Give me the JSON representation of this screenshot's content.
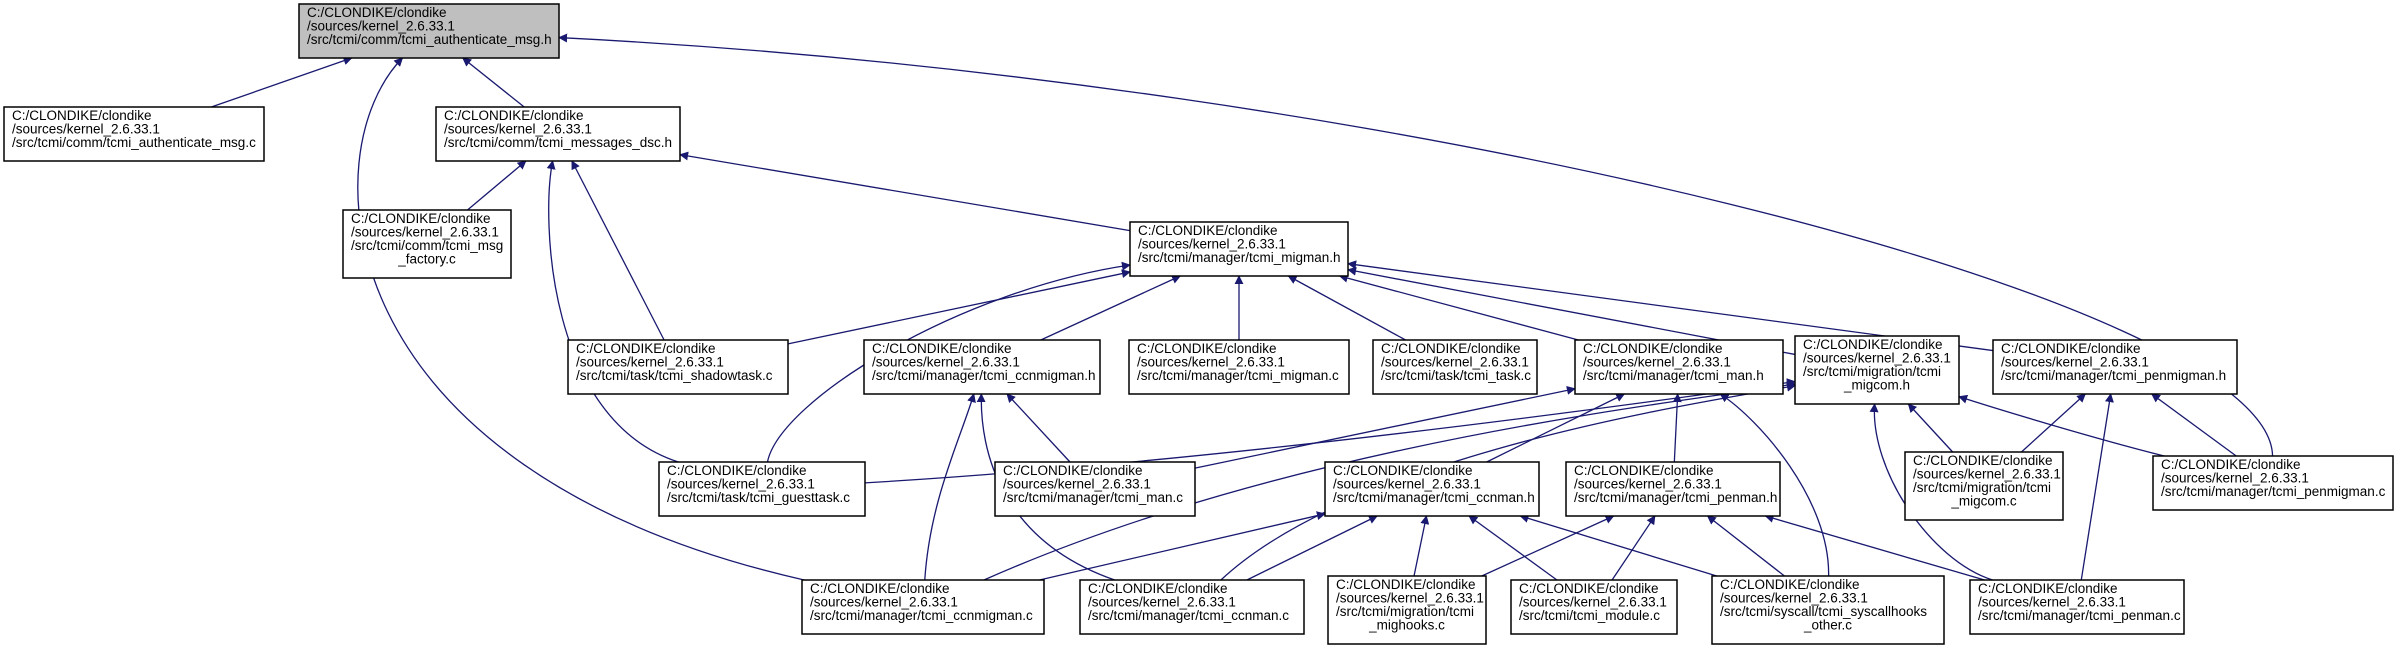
{
  "graph": {
    "edge_color": "#191970",
    "root_fill": "#bfbfbf",
    "nodes": [
      {
        "id": "root",
        "root": true,
        "lines": [
          "C:/CLONDIKE/clondike",
          "/sources/kernel_2.6.33.1",
          "/src/tcmi/comm/tcmi_authenticate_msg.h"
        ]
      },
      {
        "id": "auth_c",
        "lines": [
          "C:/CLONDIKE/clondike",
          "/sources/kernel_2.6.33.1",
          "/src/tcmi/comm/tcmi_authenticate_msg.c"
        ]
      },
      {
        "id": "msgs_dsc_h",
        "lines": [
          "C:/CLONDIKE/clondike",
          "/sources/kernel_2.6.33.1",
          "/src/tcmi/comm/tcmi_messages_dsc.h"
        ]
      },
      {
        "id": "msg_factory_c",
        "lines": [
          "C:/CLONDIKE/clondike",
          "/sources/kernel_2.6.33.1",
          "/src/tcmi/comm/tcmi_msg",
          "_factory.c"
        ]
      },
      {
        "id": "migman_h",
        "lines": [
          "C:/CLONDIKE/clondike",
          "/sources/kernel_2.6.33.1",
          "/src/tcmi/manager/tcmi_migman.h"
        ]
      },
      {
        "id": "shadowtask_c",
        "lines": [
          "C:/CLONDIKE/clondike",
          "/sources/kernel_2.6.33.1",
          "/src/tcmi/task/tcmi_shadowtask.c"
        ]
      },
      {
        "id": "ccnmigman_h",
        "lines": [
          "C:/CLONDIKE/clondike",
          "/sources/kernel_2.6.33.1",
          "/src/tcmi/manager/tcmi_ccnmigman.h"
        ]
      },
      {
        "id": "migman_c",
        "lines": [
          "C:/CLONDIKE/clondike",
          "/sources/kernel_2.6.33.1",
          "/src/tcmi/manager/tcmi_migman.c"
        ]
      },
      {
        "id": "task_c",
        "lines": [
          "C:/CLONDIKE/clondike",
          "/sources/kernel_2.6.33.1",
          "/src/tcmi/task/tcmi_task.c"
        ]
      },
      {
        "id": "man_h",
        "lines": [
          "C:/CLONDIKE/clondike",
          "/sources/kernel_2.6.33.1",
          "/src/tcmi/manager/tcmi_man.h"
        ]
      },
      {
        "id": "migcom_h",
        "lines": [
          "C:/CLONDIKE/clondike",
          "/sources/kernel_2.6.33.1",
          "/src/tcmi/migration/tcmi",
          "_migcom.h"
        ]
      },
      {
        "id": "penmigman_h",
        "lines": [
          "C:/CLONDIKE/clondike",
          "/sources/kernel_2.6.33.1",
          "/src/tcmi/manager/tcmi_penmigman.h"
        ]
      },
      {
        "id": "guesttask_c",
        "lines": [
          "C:/CLONDIKE/clondike",
          "/sources/kernel_2.6.33.1",
          "/src/tcmi/task/tcmi_guesttask.c"
        ]
      },
      {
        "id": "man_c",
        "lines": [
          "C:/CLONDIKE/clondike",
          "/sources/kernel_2.6.33.1",
          "/src/tcmi/manager/tcmi_man.c"
        ]
      },
      {
        "id": "ccnman_h",
        "lines": [
          "C:/CLONDIKE/clondike",
          "/sources/kernel_2.6.33.1",
          "/src/tcmi/manager/tcmi_ccnman.h"
        ]
      },
      {
        "id": "penman_h",
        "lines": [
          "C:/CLONDIKE/clondike",
          "/sources/kernel_2.6.33.1",
          "/src/tcmi/manager/tcmi_penman.h"
        ]
      },
      {
        "id": "migcom_c",
        "lines": [
          "C:/CLONDIKE/clondike",
          "/sources/kernel_2.6.33.1",
          "/src/tcmi/migration/tcmi",
          "_migcom.c"
        ]
      },
      {
        "id": "penmigman_c",
        "lines": [
          "C:/CLONDIKE/clondike",
          "/sources/kernel_2.6.33.1",
          "/src/tcmi/manager/tcmi_penmigman.c"
        ]
      },
      {
        "id": "ccnmigman_c",
        "lines": [
          "C:/CLONDIKE/clondike",
          "/sources/kernel_2.6.33.1",
          "/src/tcmi/manager/tcmi_ccnmigman.c"
        ]
      },
      {
        "id": "ccnman_c",
        "lines": [
          "C:/CLONDIKE/clondike",
          "/sources/kernel_2.6.33.1",
          "/src/tcmi/manager/tcmi_ccnman.c"
        ]
      },
      {
        "id": "mighooks_c",
        "lines": [
          "C:/CLONDIKE/clondike",
          "/sources/kernel_2.6.33.1",
          "/src/tcmi/migration/tcmi",
          "_mighooks.c"
        ]
      },
      {
        "id": "module_c",
        "lines": [
          "C:/CLONDIKE/clondike",
          "/sources/kernel_2.6.33.1",
          "/src/tcmi/tcmi_module.c"
        ]
      },
      {
        "id": "syscallhooks_c",
        "lines": [
          "C:/CLONDIKE/clondike",
          "/sources/kernel_2.6.33.1",
          "/src/tcmi/syscall/tcmi_syscallhooks",
          "_other.c"
        ]
      },
      {
        "id": "penman_c",
        "lines": [
          "C:/CLONDIKE/clondike",
          "/sources/kernel_2.6.33.1",
          "/src/tcmi/manager/tcmi_penman.c"
        ]
      }
    ],
    "edges": [
      {
        "from": "auth_c",
        "to": "root"
      },
      {
        "from": "msgs_dsc_h",
        "to": "root"
      },
      {
        "from": "ccnmigman_c",
        "to": "root"
      },
      {
        "from": "penmigman_c",
        "to": "root"
      },
      {
        "from": "msg_factory_c",
        "to": "msgs_dsc_h"
      },
      {
        "from": "migman_h",
        "to": "msgs_dsc_h"
      },
      {
        "from": "shadowtask_c",
        "to": "msgs_dsc_h"
      },
      {
        "from": "guesttask_c",
        "to": "msgs_dsc_h"
      },
      {
        "from": "shadowtask_c",
        "to": "migman_h"
      },
      {
        "from": "guesttask_c",
        "to": "migman_h"
      },
      {
        "from": "ccnmigman_h",
        "to": "migman_h"
      },
      {
        "from": "migman_c",
        "to": "migman_h"
      },
      {
        "from": "task_c",
        "to": "migman_h"
      },
      {
        "from": "man_h",
        "to": "migman_h"
      },
      {
        "from": "migcom_h",
        "to": "migman_h"
      },
      {
        "from": "penmigman_h",
        "to": "migman_h"
      },
      {
        "from": "ccnmigman_c",
        "to": "ccnmigman_h"
      },
      {
        "from": "ccnman_c",
        "to": "ccnmigman_h"
      },
      {
        "from": "man_c",
        "to": "ccnmigman_h"
      },
      {
        "from": "man_c",
        "to": "man_h"
      },
      {
        "from": "ccnman_h",
        "to": "man_h"
      },
      {
        "from": "penman_h",
        "to": "man_h"
      },
      {
        "from": "syscallhooks_c",
        "to": "man_h"
      },
      {
        "from": "guesttask_c",
        "to": "migcom_h"
      },
      {
        "from": "ccnmigman_c",
        "to": "migcom_h"
      },
      {
        "from": "ccnman_c",
        "to": "migcom_h"
      },
      {
        "from": "migcom_c",
        "to": "migcom_h"
      },
      {
        "from": "penmigman_c",
        "to": "migcom_h"
      },
      {
        "from": "penman_c",
        "to": "migcom_h"
      },
      {
        "from": "migcom_c",
        "to": "penmigman_h"
      },
      {
        "from": "penmigman_c",
        "to": "penmigman_h"
      },
      {
        "from": "penman_c",
        "to": "penmigman_h"
      },
      {
        "from": "ccnmigman_c",
        "to": "ccnman_h"
      },
      {
        "from": "ccnman_c",
        "to": "ccnman_h"
      },
      {
        "from": "mighooks_c",
        "to": "ccnman_h"
      },
      {
        "from": "module_c",
        "to": "ccnman_h"
      },
      {
        "from": "syscallhooks_c",
        "to": "ccnman_h"
      },
      {
        "from": "mighooks_c",
        "to": "penman_h"
      },
      {
        "from": "module_c",
        "to": "penman_h"
      },
      {
        "from": "syscallhooks_c",
        "to": "penman_h"
      },
      {
        "from": "penman_c",
        "to": "penman_h"
      }
    ]
  }
}
